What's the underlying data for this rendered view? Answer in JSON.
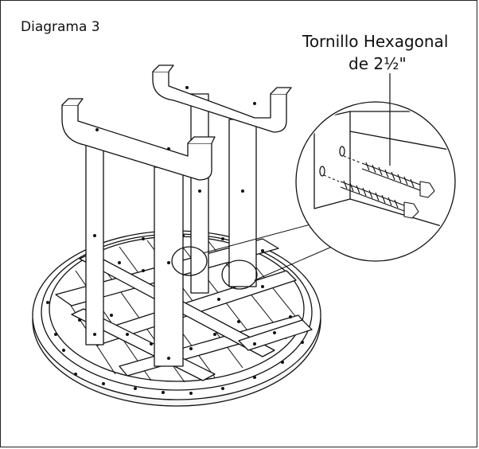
{
  "diagram": {
    "title": "Diagrama 3",
    "callout_line1": "Tornillo Hexagonal",
    "callout_line2": "de 2½\""
  },
  "colors": {
    "line": "#111111",
    "wood": "#f3f3f3",
    "shade": "#d9d9d9"
  }
}
